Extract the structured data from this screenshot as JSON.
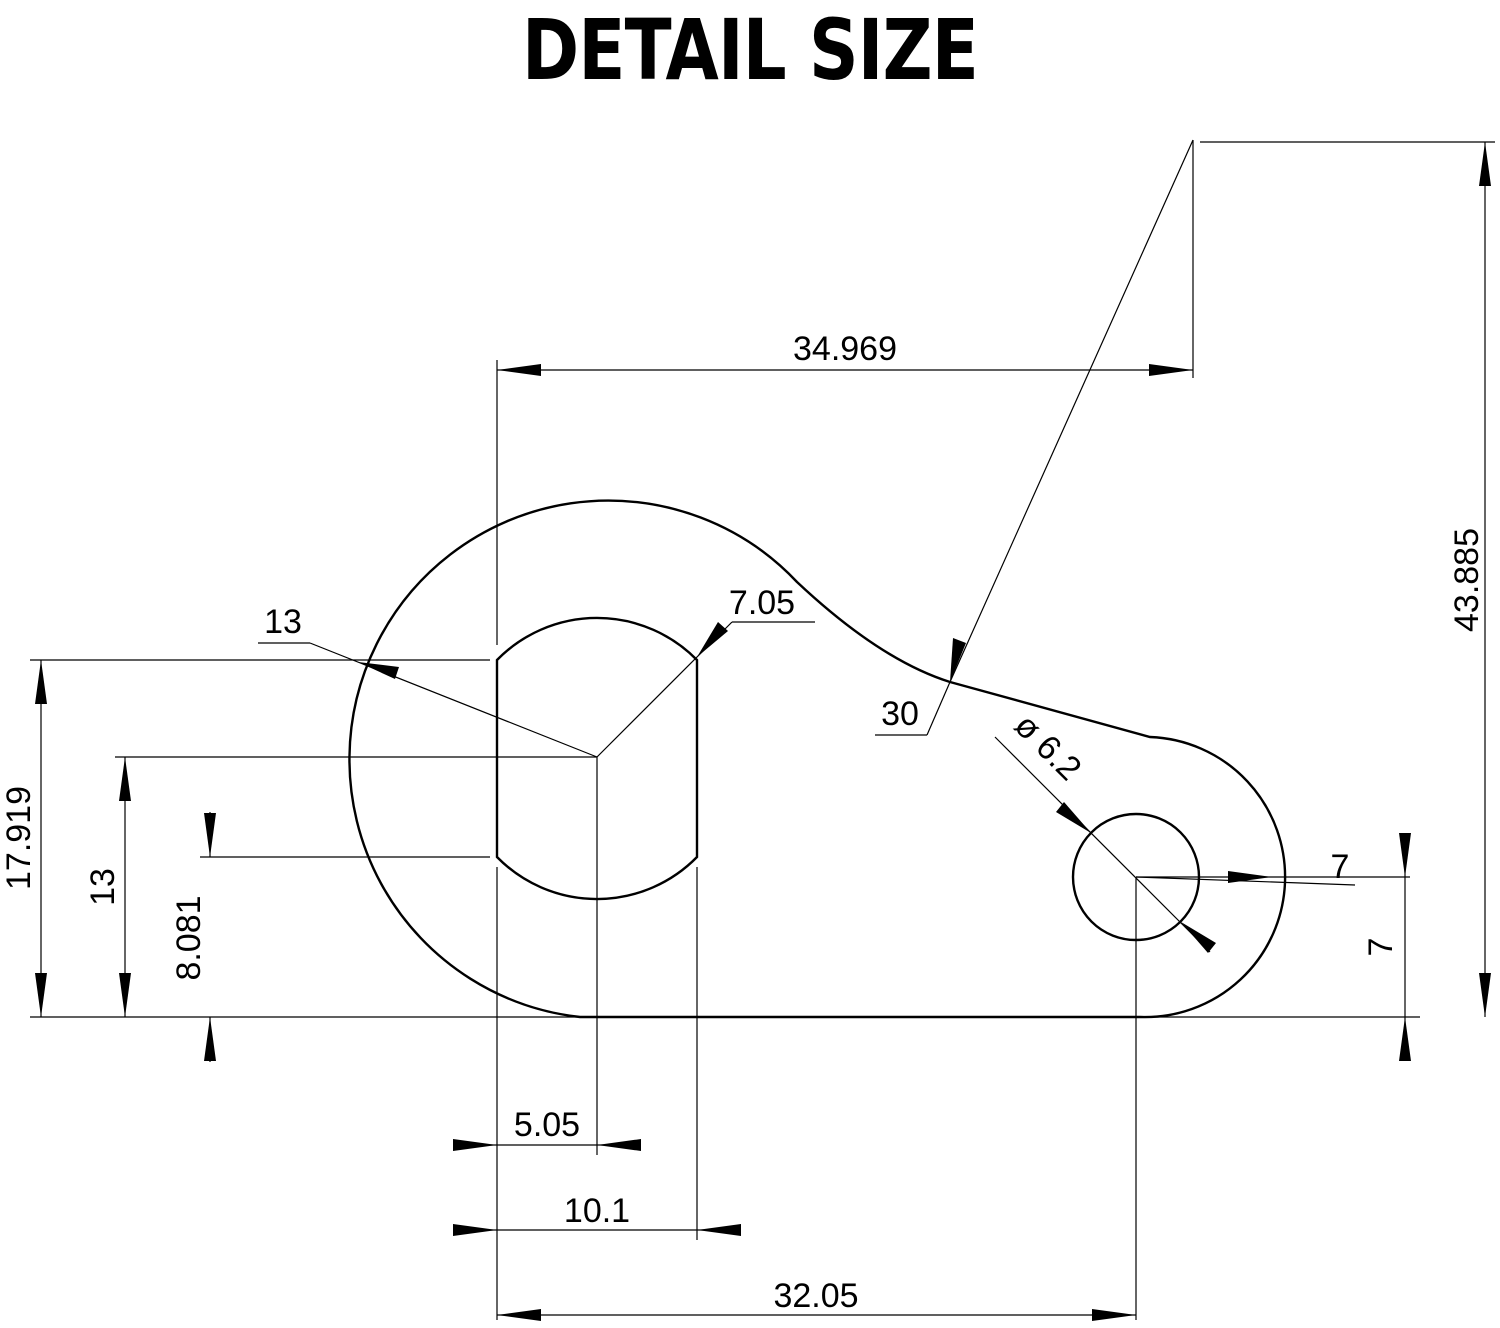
{
  "title": "DETAIL SIZE",
  "dimensions": {
    "overall_width": "34.969",
    "overall_height": "43.885",
    "fillet_radius": "30",
    "big_radius": "13",
    "slot_radius": "7.05",
    "hole_diameter": "ø 6.2",
    "end_radius": "7",
    "end_height": "7",
    "left_height": "17.919",
    "center_height": "13",
    "slot_height": "8.081",
    "half_slot_width": "5.05",
    "slot_width": "10.1",
    "hole_spacing": "32.05"
  }
}
